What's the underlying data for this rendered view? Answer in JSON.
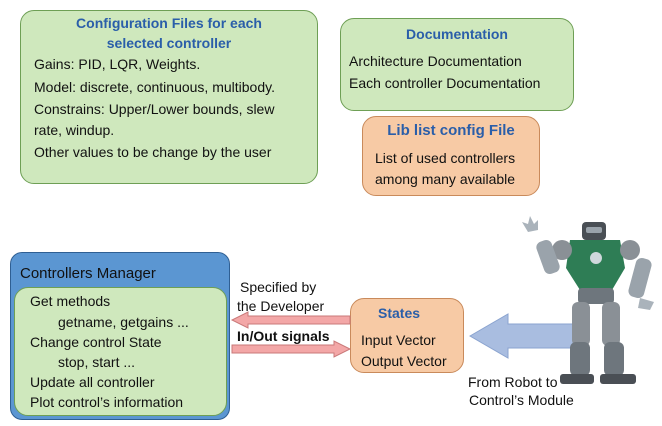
{
  "config_box": {
    "title_line1": "Configuration Files  for each",
    "title_line2": "selected controller",
    "lines": [
      "Gains: PID, LQR, Weights.",
      "Model: discrete, continuous, multibody.",
      "Constrains: Upper/Lower bounds, slew",
      "rate, windup.",
      "Other values to be change by the user"
    ]
  },
  "doc_box": {
    "title": "Documentation",
    "lines": [
      "Architecture Documentation",
      "Each controller Documentation"
    ]
  },
  "lib_box": {
    "title": "Lib list config File",
    "lines": [
      "List of used controllers",
      "among many available"
    ]
  },
  "manager_box": {
    "title": "Controllers Manager",
    "lines": [
      "Get methods",
      "getname, getgains ...",
      "Change control State",
      "stop, start ...",
      "Update all controller",
      "Plot control’s information"
    ]
  },
  "states_box": {
    "title": "States",
    "lines": [
      "Input Vector",
      "Output Vector"
    ]
  },
  "labels": {
    "specified_line1": "Specified by",
    "specified_line2": "the Developer",
    "inout": "In/Out signals",
    "robot_line1": "From Robot to",
    "robot_line2": "Control’s Module"
  },
  "colors": {
    "green_fill": "#cfe8bd",
    "peach_fill": "#f7caa5",
    "manager_fill": "#5b96d2",
    "title_blue": "#2a5ea9",
    "arrow_pink": "#f3a7a7",
    "arrow_blue": "#a9bde0"
  },
  "icons": [
    "robot-illustration"
  ]
}
